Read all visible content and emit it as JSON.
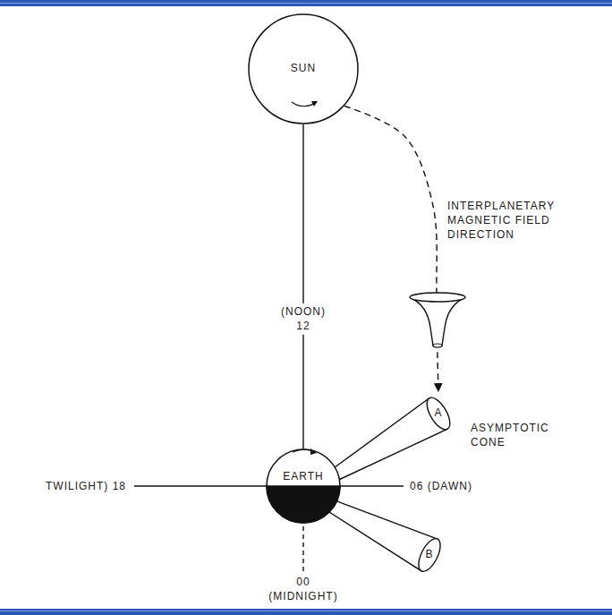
{
  "diagram": {
    "nodes": [
      {
        "text": [
          "SUN"
        ]
      },
      {
        "text": [
          "EARTH"
        ]
      },
      {
        "text": [
          "A"
        ]
      },
      {
        "text": [
          "B"
        ]
      }
    ],
    "edges": [
      {
        "from": 0,
        "to": 1,
        "arrow": "none",
        "label": "(NOON) 12"
      },
      {
        "from": 0,
        "to": 2,
        "arrow": "to"
      }
    ],
    "labels": [
      "INTERPLANETARY MAGNETIC FIELD DIRECTION",
      "ASYMPTOTIC CONE",
      "TWILIGHT) 18",
      "06 (DAWN)",
      "00 (MIDNIGHT)"
    ]
  }
}
